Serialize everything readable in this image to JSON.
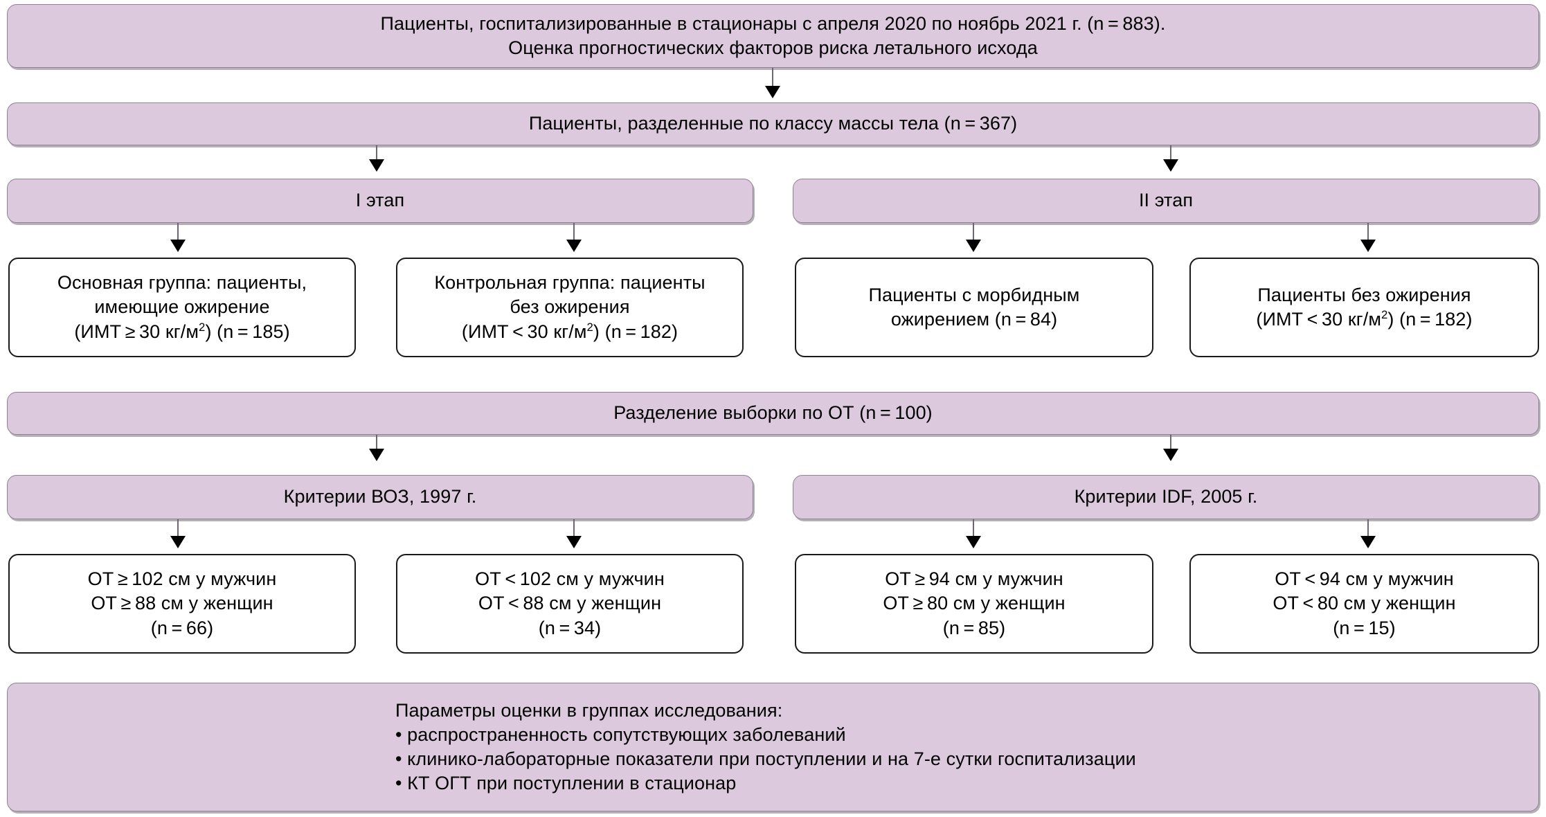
{
  "diagram": {
    "title_box": {
      "line1": "Пациенты, госпитализированные в стационары с апреля 2020 по ноябрь 2021 г. (n = 883).",
      "line2": "Оценка прогностических факторов риска летального исхода"
    },
    "split_by_bmi_class": "Пациенты, разделенные по классу массы тела (n = 367)",
    "stage1_label": "I этап",
    "stage2_label": "II этап",
    "stage1_main_group": {
      "line1": "Основная группа: пациенты,",
      "line2": "имеющие ожирение",
      "line3_a": "(ИМТ ≥ 30 кг/м",
      "line3_sup": "2",
      "line3_b": ") (n = 185)"
    },
    "stage1_control_group": {
      "line1": "Контрольная группа: пациенты",
      "line2": "без ожирения",
      "line3_a": "(ИМТ < 30 кг/м",
      "line3_sup": "2",
      "line3_b": ") (n = 182)"
    },
    "stage2_morbid": {
      "line1": "Пациенты с морбидным",
      "line2": "ожирением (n = 84)"
    },
    "stage2_nonobese": {
      "line1": "Пациенты без ожирения",
      "line2_a": "(ИМТ < 30 кг/м",
      "line2_sup": "2",
      "line2_b": ") (n = 182)"
    },
    "waist_split": "Разделение выборки по ОТ (n = 100)",
    "who_criteria_label": "Критерии ВОЗ, 1997 г.",
    "idf_criteria_label": "Критерии IDF, 2005 г.",
    "who_high": {
      "line1": "ОТ ≥ 102 см у мужчин",
      "line2": "ОТ ≥ 88 см у женщин",
      "line3": "(n = 66)"
    },
    "who_low": {
      "line1": "ОТ < 102 см у мужчин",
      "line2": "ОТ < 88 см у женщин",
      "line3": "(n = 34)"
    },
    "idf_high": {
      "line1": "ОТ ≥ 94 см у мужчин",
      "line2": "ОТ ≥ 80 см у женщин",
      "line3": "(n = 85)"
    },
    "idf_low": {
      "line1": "ОТ < 94 см у мужчин",
      "line2": "ОТ < 80 см у женщин",
      "line3": "(n = 15)"
    },
    "parameters_box": {
      "heading": "Параметры оценки в группах исследования:",
      "bullet1": "• распространенность сопутствующих заболеваний",
      "bullet2": "• клинико-лабораторные показатели при поступлении и на 7-е сутки госпитализации",
      "bullet3": "• КТ ОГТ при поступлении в стационар"
    }
  },
  "colors": {
    "box_fill": "#ddc9dd",
    "box_border": "#8d8291",
    "plain_border": "#1a1a1a",
    "connector": "#6e6670",
    "text": "#000000",
    "background": "#ffffff"
  }
}
